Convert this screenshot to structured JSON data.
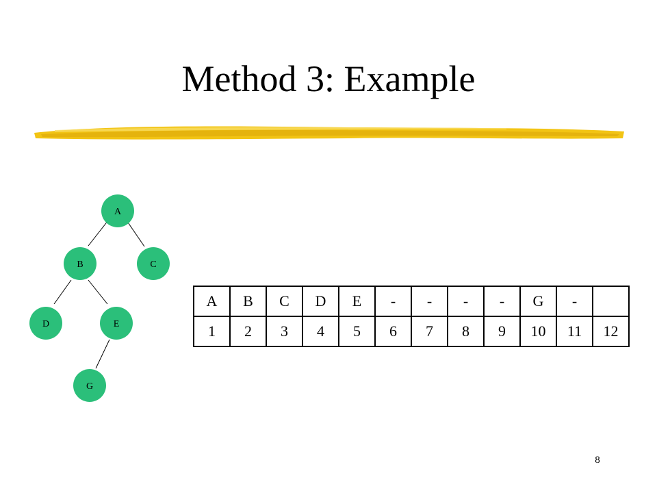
{
  "title": "Method 3: Example",
  "tree": {
    "nodes": [
      "A",
      "B",
      "C",
      "D",
      "E",
      "G"
    ],
    "node_color": "#2bbf7a",
    "edges": [
      [
        "A",
        "B"
      ],
      [
        "A",
        "C"
      ],
      [
        "B",
        "D"
      ],
      [
        "B",
        "E"
      ],
      [
        "E",
        "G"
      ]
    ]
  },
  "array": {
    "values": [
      "A",
      "B",
      "C",
      "D",
      "E",
      "-",
      "-",
      "-",
      "-",
      "G",
      "-",
      ""
    ],
    "indices": [
      "1",
      "2",
      "3",
      "4",
      "5",
      "6",
      "7",
      "8",
      "9",
      "10",
      "11",
      "12"
    ]
  },
  "page_number": "8",
  "accent_color": "#f2c414"
}
